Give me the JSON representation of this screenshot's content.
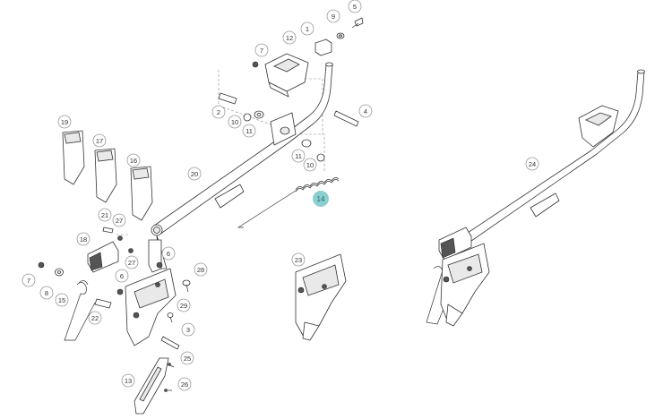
{
  "diagram": {
    "highlight_color": "#8ccfcf",
    "callouts": [
      {
        "id": "c1",
        "label": "1",
        "highlight": false
      },
      {
        "id": "c2",
        "label": "2",
        "highlight": false
      },
      {
        "id": "c3",
        "label": "3",
        "highlight": false
      },
      {
        "id": "c4",
        "label": "4",
        "highlight": false
      },
      {
        "id": "c5",
        "label": "5",
        "highlight": false
      },
      {
        "id": "c6a",
        "label": "6",
        "highlight": false
      },
      {
        "id": "c6b",
        "label": "6",
        "highlight": false
      },
      {
        "id": "c7a",
        "label": "7",
        "highlight": false
      },
      {
        "id": "c7b",
        "label": "7",
        "highlight": false
      },
      {
        "id": "c8",
        "label": "8",
        "highlight": false
      },
      {
        "id": "c9",
        "label": "9",
        "highlight": false
      },
      {
        "id": "c10a",
        "label": "10",
        "highlight": false
      },
      {
        "id": "c10b",
        "label": "10",
        "highlight": false
      },
      {
        "id": "c11a",
        "label": "11",
        "highlight": false
      },
      {
        "id": "c11b",
        "label": "11",
        "highlight": false
      },
      {
        "id": "c12",
        "label": "12",
        "highlight": false
      },
      {
        "id": "c13",
        "label": "13",
        "highlight": false
      },
      {
        "id": "c14",
        "label": "14",
        "highlight": true
      },
      {
        "id": "c15",
        "label": "15",
        "highlight": false
      },
      {
        "id": "c16",
        "label": "16",
        "highlight": false
      },
      {
        "id": "c17",
        "label": "17",
        "highlight": false
      },
      {
        "id": "c18",
        "label": "18",
        "highlight": false
      },
      {
        "id": "c19",
        "label": "19",
        "highlight": false
      },
      {
        "id": "c20",
        "label": "20",
        "highlight": false
      },
      {
        "id": "c21",
        "label": "21",
        "highlight": false
      },
      {
        "id": "c22",
        "label": "22",
        "highlight": false
      },
      {
        "id": "c23",
        "label": "23",
        "highlight": false
      },
      {
        "id": "c24",
        "label": "24",
        "highlight": false
      },
      {
        "id": "c25",
        "label": "25",
        "highlight": false
      },
      {
        "id": "c26",
        "label": "26",
        "highlight": false
      },
      {
        "id": "c27a",
        "label": "27",
        "highlight": false
      },
      {
        "id": "c27b",
        "label": "27",
        "highlight": false
      },
      {
        "id": "c28",
        "label": "28",
        "highlight": false
      },
      {
        "id": "c29",
        "label": "29",
        "highlight": false
      }
    ]
  }
}
